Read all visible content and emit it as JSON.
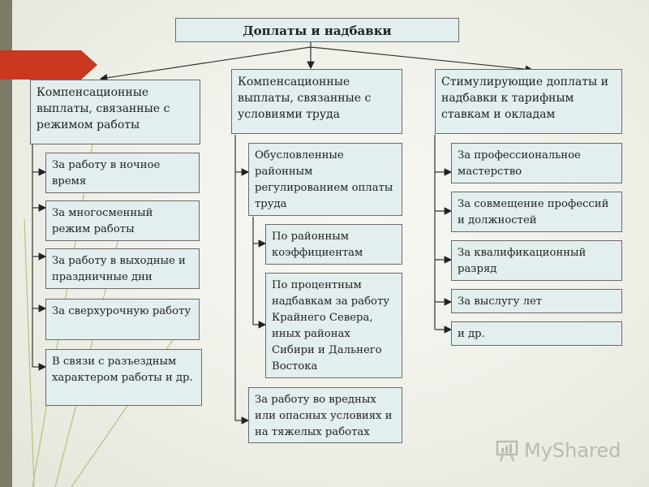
{
  "diagram": {
    "title": "Доплаты и надбавки",
    "columns": [
      {
        "heading": "Компенсационные выплаты, связанные с режимом работы",
        "items": [
          "За работу в ночное время",
          "За многосменный режим работы",
          "За работу в выходные и праздничные дни",
          "За сверхурочную работу",
          "В связи с разъездным характером работы и др."
        ]
      },
      {
        "heading": "Компенсационные выплаты, связанные с условиями труда",
        "items": [
          "Обусловленные районным регулированием оплаты труда",
          "За работу во вредных или опасных условиях и на тяжелых работах"
        ],
        "subitems": [
          "По районным коэффициентам",
          "По процентным надбавкам за работу Крайнего Севера, иных районах Сибири и Дальнего Востока"
        ]
      },
      {
        "heading": "Стимулирующие доплаты и надбавки к тарифным ставкам и окладам",
        "items": [
          "За профессиональное мастерство",
          "За совмещение профессий и должностей",
          "За квалификационный разряд",
          "За выслугу лет",
          "и др."
        ]
      }
    ]
  },
  "watermark": {
    "text": "MyShared",
    "icon": "presentation-board-icon"
  },
  "colors": {
    "box_fill": "#e3eeee",
    "box_border": "#6a6a6a",
    "accent_red": "#c9381f",
    "stripe": "#7d7a68",
    "deco_green": "#9bb35a"
  }
}
